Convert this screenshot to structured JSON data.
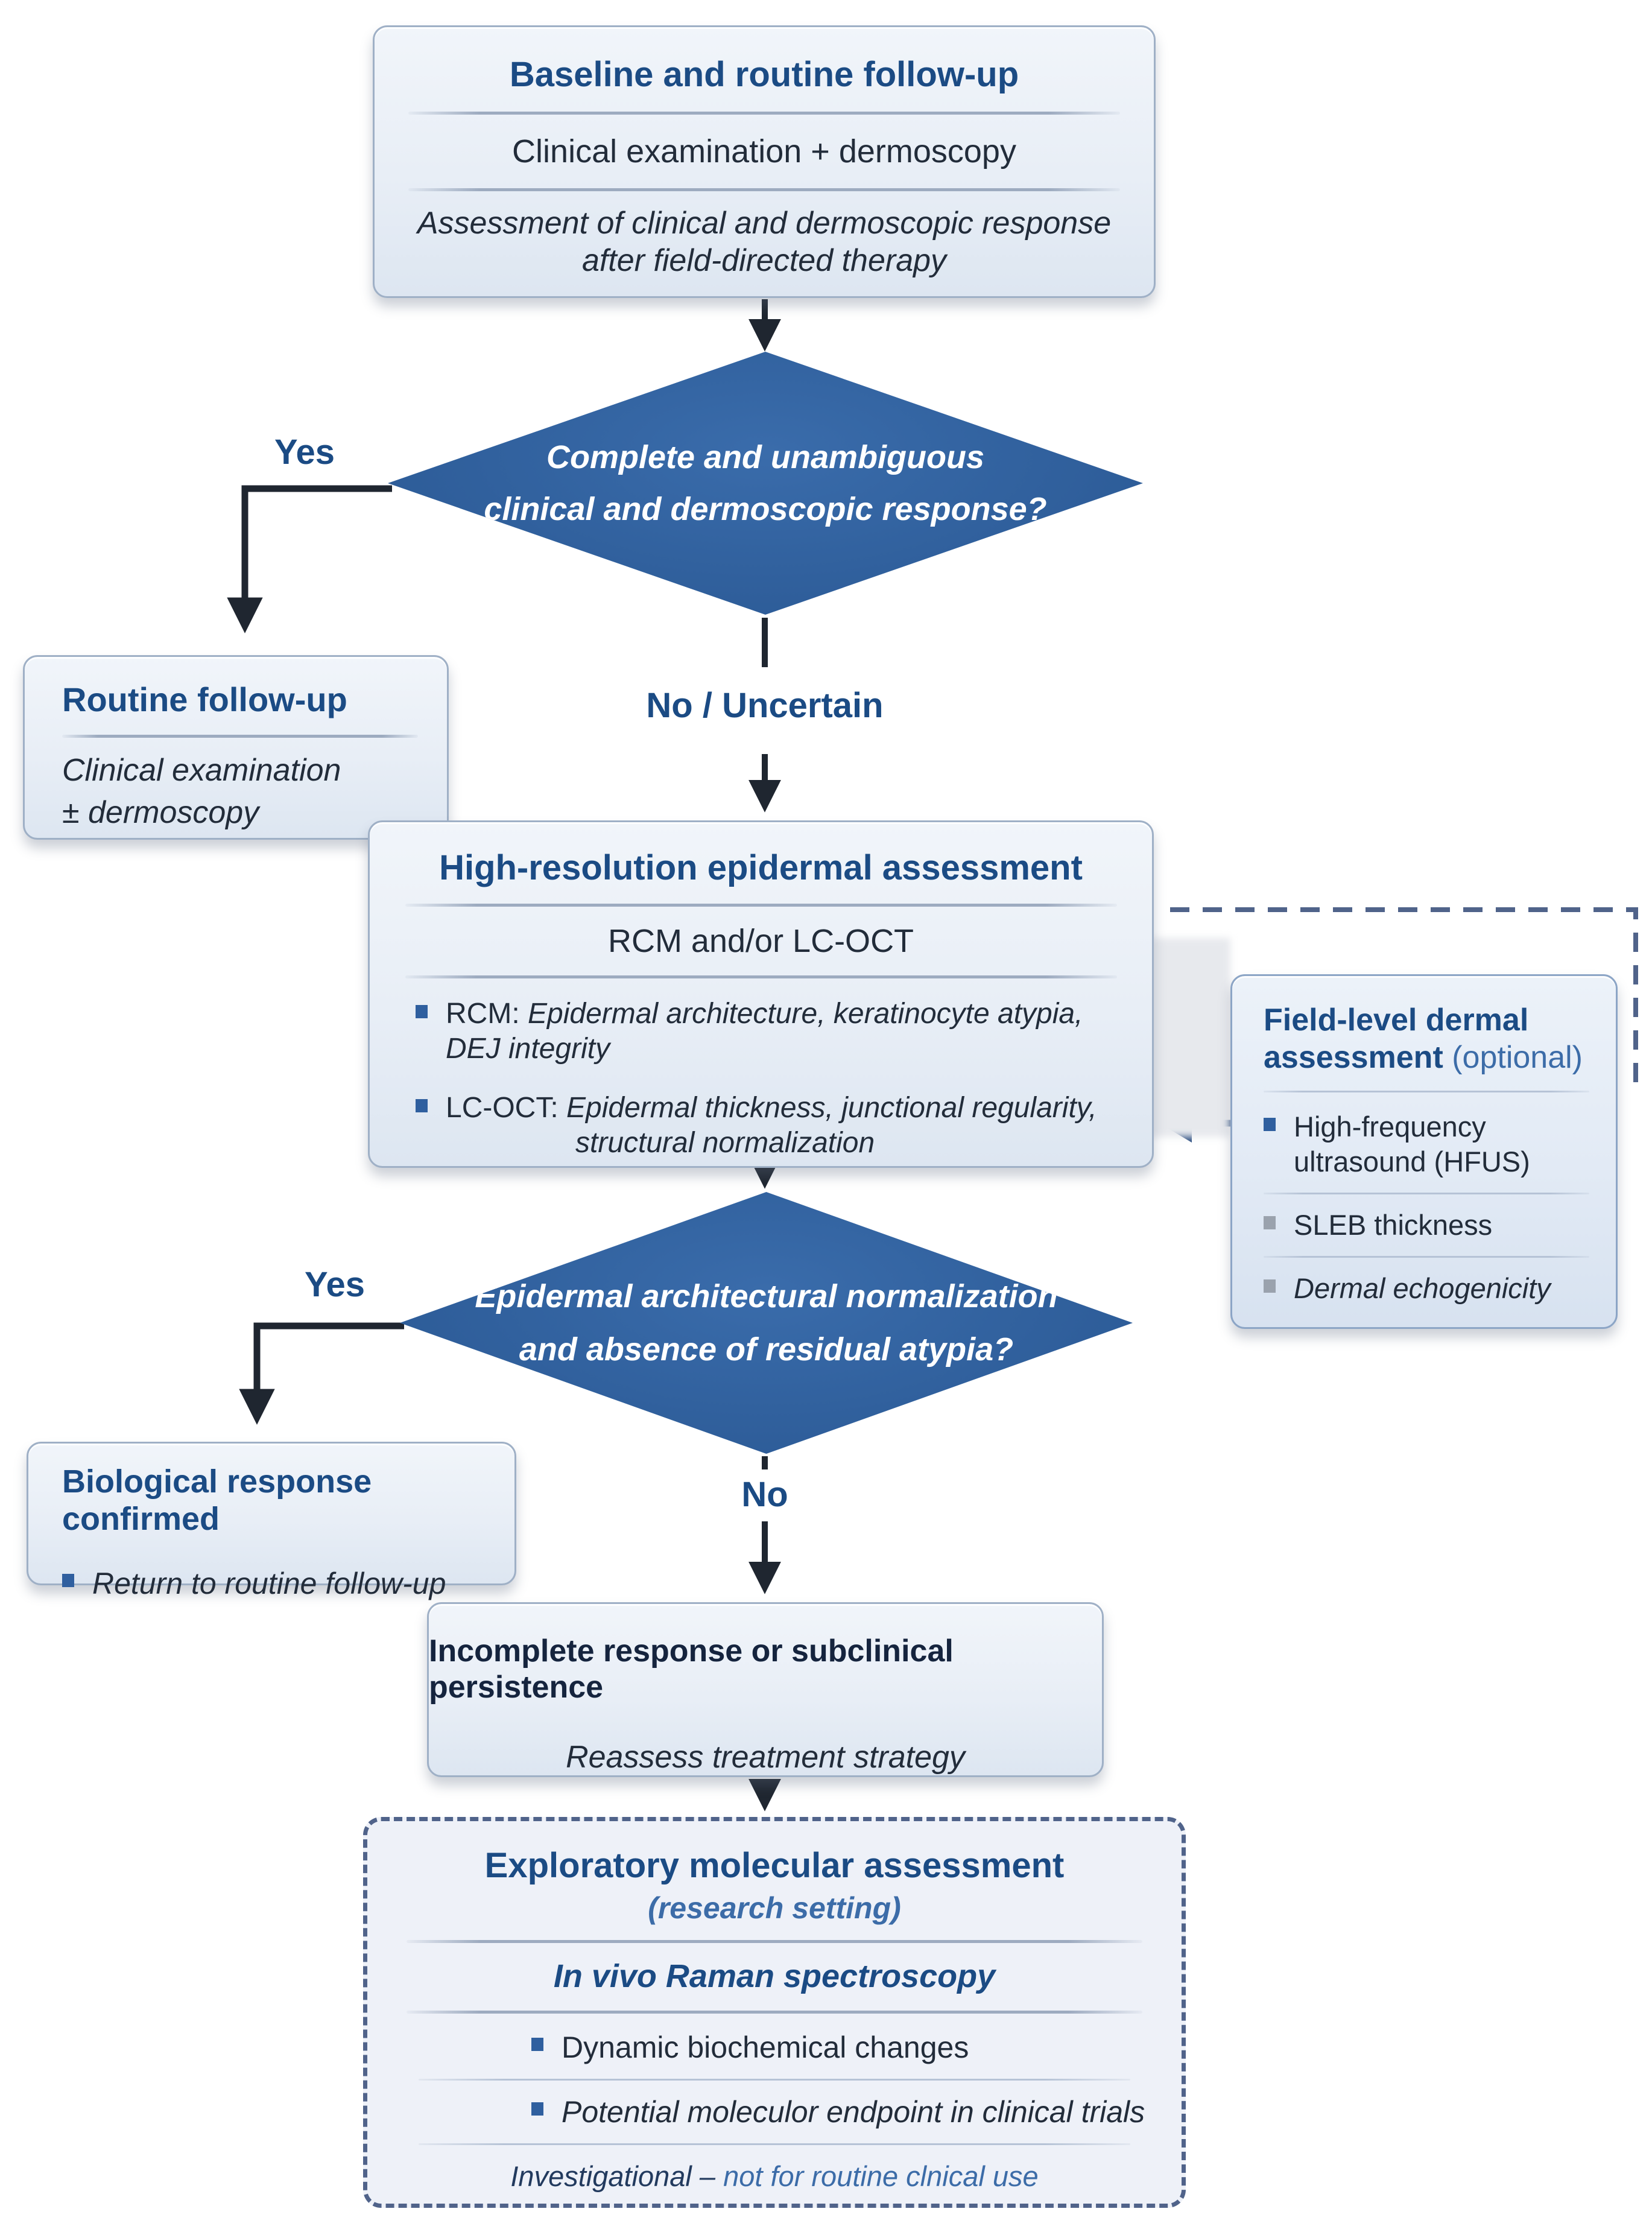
{
  "palette": {
    "navy": "#1b4b84",
    "navy-dark": "#15243e",
    "diamond-blue": "#30619f",
    "text-dark": "#222c3a",
    "arrow": "#1f2630",
    "dash": "#50638a",
    "box-border": "#9fb0c6",
    "divider": "#9dabc0",
    "bullet-blue": "#2f5f9f",
    "bullet-gray": "#9aa2ad",
    "blue-mid": "#3c6ca8"
  },
  "baseline": {
    "title": "Baseline and routine follow-up",
    "line1": "Clinical examination + dermoscopy",
    "line2a": "Assessment of clinical and dermoscopic response",
    "line2b": "after field-directed therapy"
  },
  "decision1": {
    "line1": "Complete and unambiguous",
    "line2": "clinical and dermoscopic response?",
    "yes_label": "Yes",
    "no_label": "No / Uncertain"
  },
  "routine": {
    "title": "Routine follow-up",
    "line1": "Clinical examination",
    "line2": "± dermoscopy"
  },
  "highres": {
    "title": "High-resolution epidermal assessment",
    "subtitle": "RCM and/or LC-OCT",
    "bullet1_label": "RCM:",
    "bullet1_text": "Epidermal architecture, keratinocyte atypia, DEJ integrity",
    "bullet2_label": "LC-OCT:",
    "bullet2_line1": "Epidermal thickness, junctional regularity,",
    "bullet2_line2": "structural normalization"
  },
  "fieldlevel": {
    "title_line1": "Field-level dermal",
    "title_line2": "assessment",
    "title_suffix": " (optional)",
    "bullet1": "High-frequency ultrasound (HFUS)",
    "bullet2": "SLEB thickness",
    "bullet3": "Dermal echogenicity"
  },
  "decision2": {
    "line1": "Epidermal architectural normalization",
    "line2": "and absence of residual atypia?",
    "yes_label": "Yes",
    "no_label": "No"
  },
  "biological": {
    "title": "Biological response confirmed",
    "bullet": "Return to routine follow-up"
  },
  "incomplete": {
    "title": "Incomplete response or subclinical persistence",
    "subtitle": "Reassess treatment strategy"
  },
  "exploratory": {
    "title": "Exploratory molecular assessment",
    "subtitle": "(research setting)",
    "method": "In vivo Raman spectroscopy",
    "bullet1": "Dynamic biochemical changes",
    "bullet2": "Potential moleculor endpoint in clinical trials",
    "footer_part1": "Investigational –",
    "footer_part2": "not for routine clnical use"
  }
}
